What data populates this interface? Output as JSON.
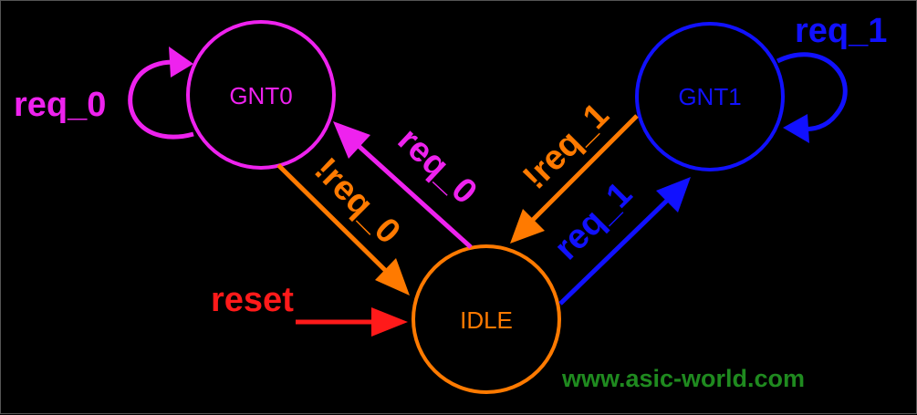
{
  "colors": {
    "background": "#000000",
    "gnt0": "#ee22ee",
    "gnt1": "#1111ff",
    "idle": "#ff7a00",
    "reset": "#ff1a1a",
    "watermark": "#1f8a1f"
  },
  "states": {
    "gnt0": {
      "label": "GNT0"
    },
    "gnt1": {
      "label": "GNT1"
    },
    "idle": {
      "label": "IDLE"
    }
  },
  "transitions": {
    "gnt0_self": {
      "label": "req_0"
    },
    "gnt1_self": {
      "label": "req_1"
    },
    "idle_to_gnt0": {
      "label": "req_0"
    },
    "gnt0_to_idle": {
      "label": "!req_0"
    },
    "idle_to_gnt1": {
      "label": "req_1"
    },
    "gnt1_to_idle": {
      "label": "!req_1"
    },
    "reset": {
      "label": "reset"
    }
  },
  "watermark": "www.asic-world.com"
}
